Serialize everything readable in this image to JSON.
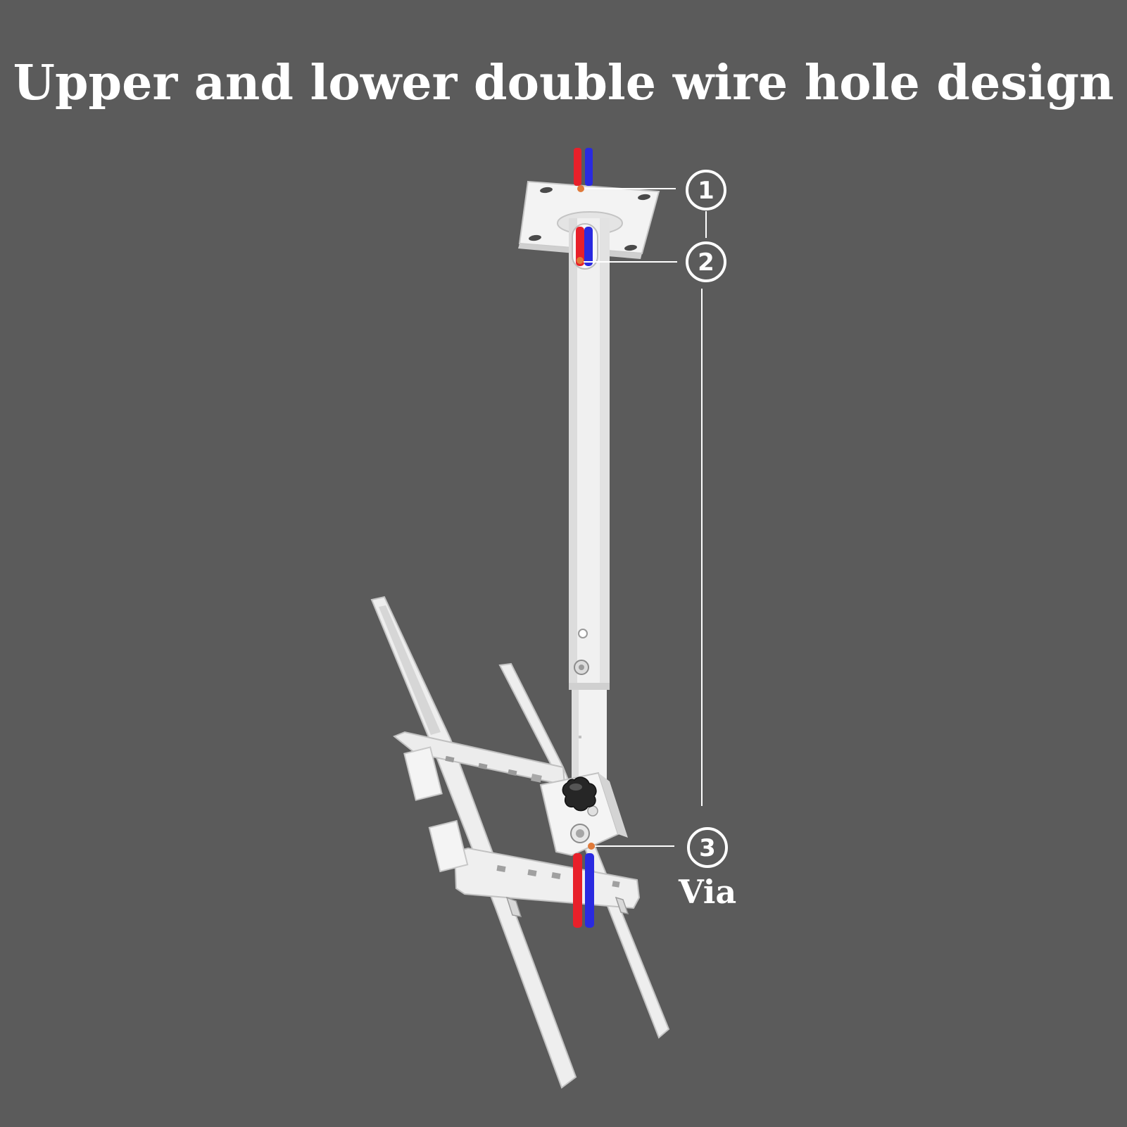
{
  "headline": "Upper and lower double wire hole design",
  "callouts": {
    "one": "1",
    "two": "2",
    "three": "3",
    "via": "Via"
  },
  "colors": {
    "background": "#5b5b5b",
    "mount_white": "#f2f2f2",
    "wire_red": "#e8202a",
    "wire_blue": "#2a2ae0",
    "marker_orange": "#e07a3a"
  },
  "icons": {
    "mount": "ceiling-tv-mount-illustration",
    "callout_circle": "numbered-circle-icon"
  }
}
